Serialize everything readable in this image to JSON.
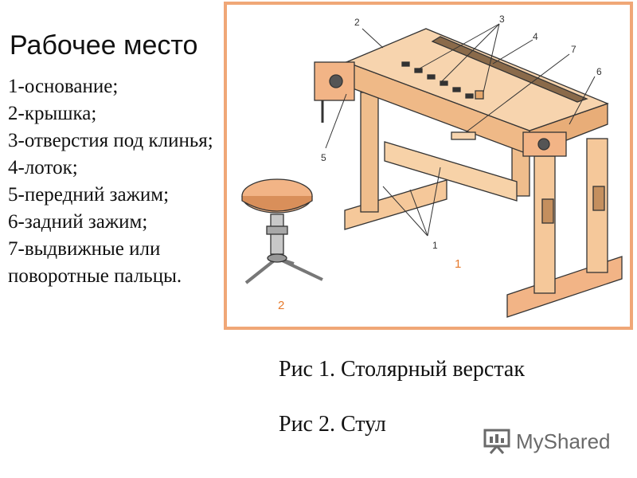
{
  "title": "Рабочее место",
  "legend": [
    "1-основание;",
    "2-крышка;",
    "3-отверстия под клинья;",
    "4-лоток;",
    "5-передний зажим;",
    "6-задний зажим;",
    "7-выдвижные или поворотные пальцы."
  ],
  "figure": {
    "part_numbers": [
      "1",
      "2",
      "3",
      "4",
      "5",
      "6",
      "7"
    ],
    "figure_1_number": "1",
    "figure_2_number": "2",
    "frame_color": "#f0a777",
    "wood_color": "#f5c89a"
  },
  "captions": {
    "fig1": "Рис 1. Столярный верстак",
    "fig2": "Рис 2. Стул"
  },
  "watermark": {
    "text": "MyShared",
    "icon": "presentation-board-icon"
  }
}
